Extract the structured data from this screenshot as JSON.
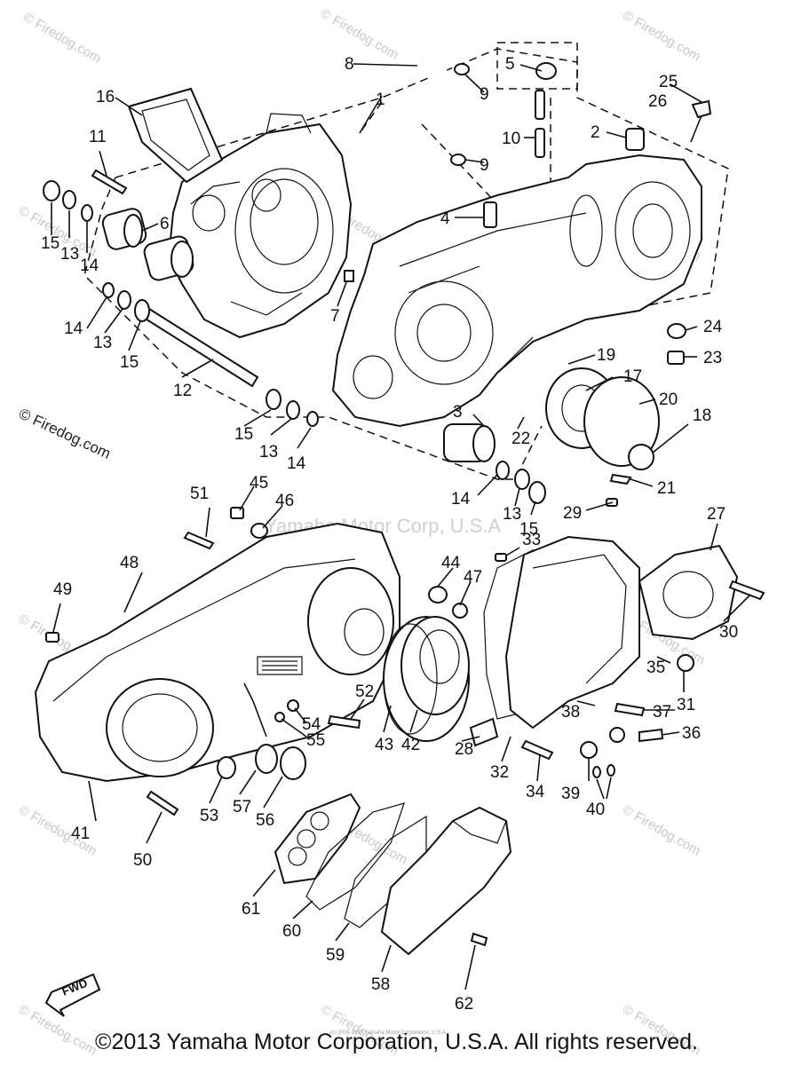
{
  "watermark": {
    "text": "© Firedog.com",
    "center_text": "Yamaha Motor Corp, U.S.A"
  },
  "callouts": [
    "1",
    "2",
    "3",
    "4",
    "5",
    "6",
    "7",
    "8",
    "9",
    "10",
    "11",
    "12",
    "13",
    "14",
    "15",
    "16",
    "17",
    "18",
    "19",
    "20",
    "21",
    "22",
    "23",
    "24",
    "25",
    "26",
    "27",
    "28",
    "29",
    "30",
    "31",
    "32",
    "33",
    "34",
    "35",
    "36",
    "37",
    "38",
    "39",
    "40",
    "41",
    "42",
    "43",
    "44",
    "45",
    "46",
    "47",
    "48",
    "49",
    "50",
    "51",
    "52",
    "53",
    "54",
    "55",
    "56",
    "57",
    "58",
    "59",
    "60",
    "61",
    "62"
  ],
  "direction_label": "FWD",
  "fine_print": "(c) 2005-2013 Yamaha Motor Corporation, U.S.A.",
  "copyright": "©2013 Yamaha Motor Corporation, U.S.A. All rights reserved."
}
